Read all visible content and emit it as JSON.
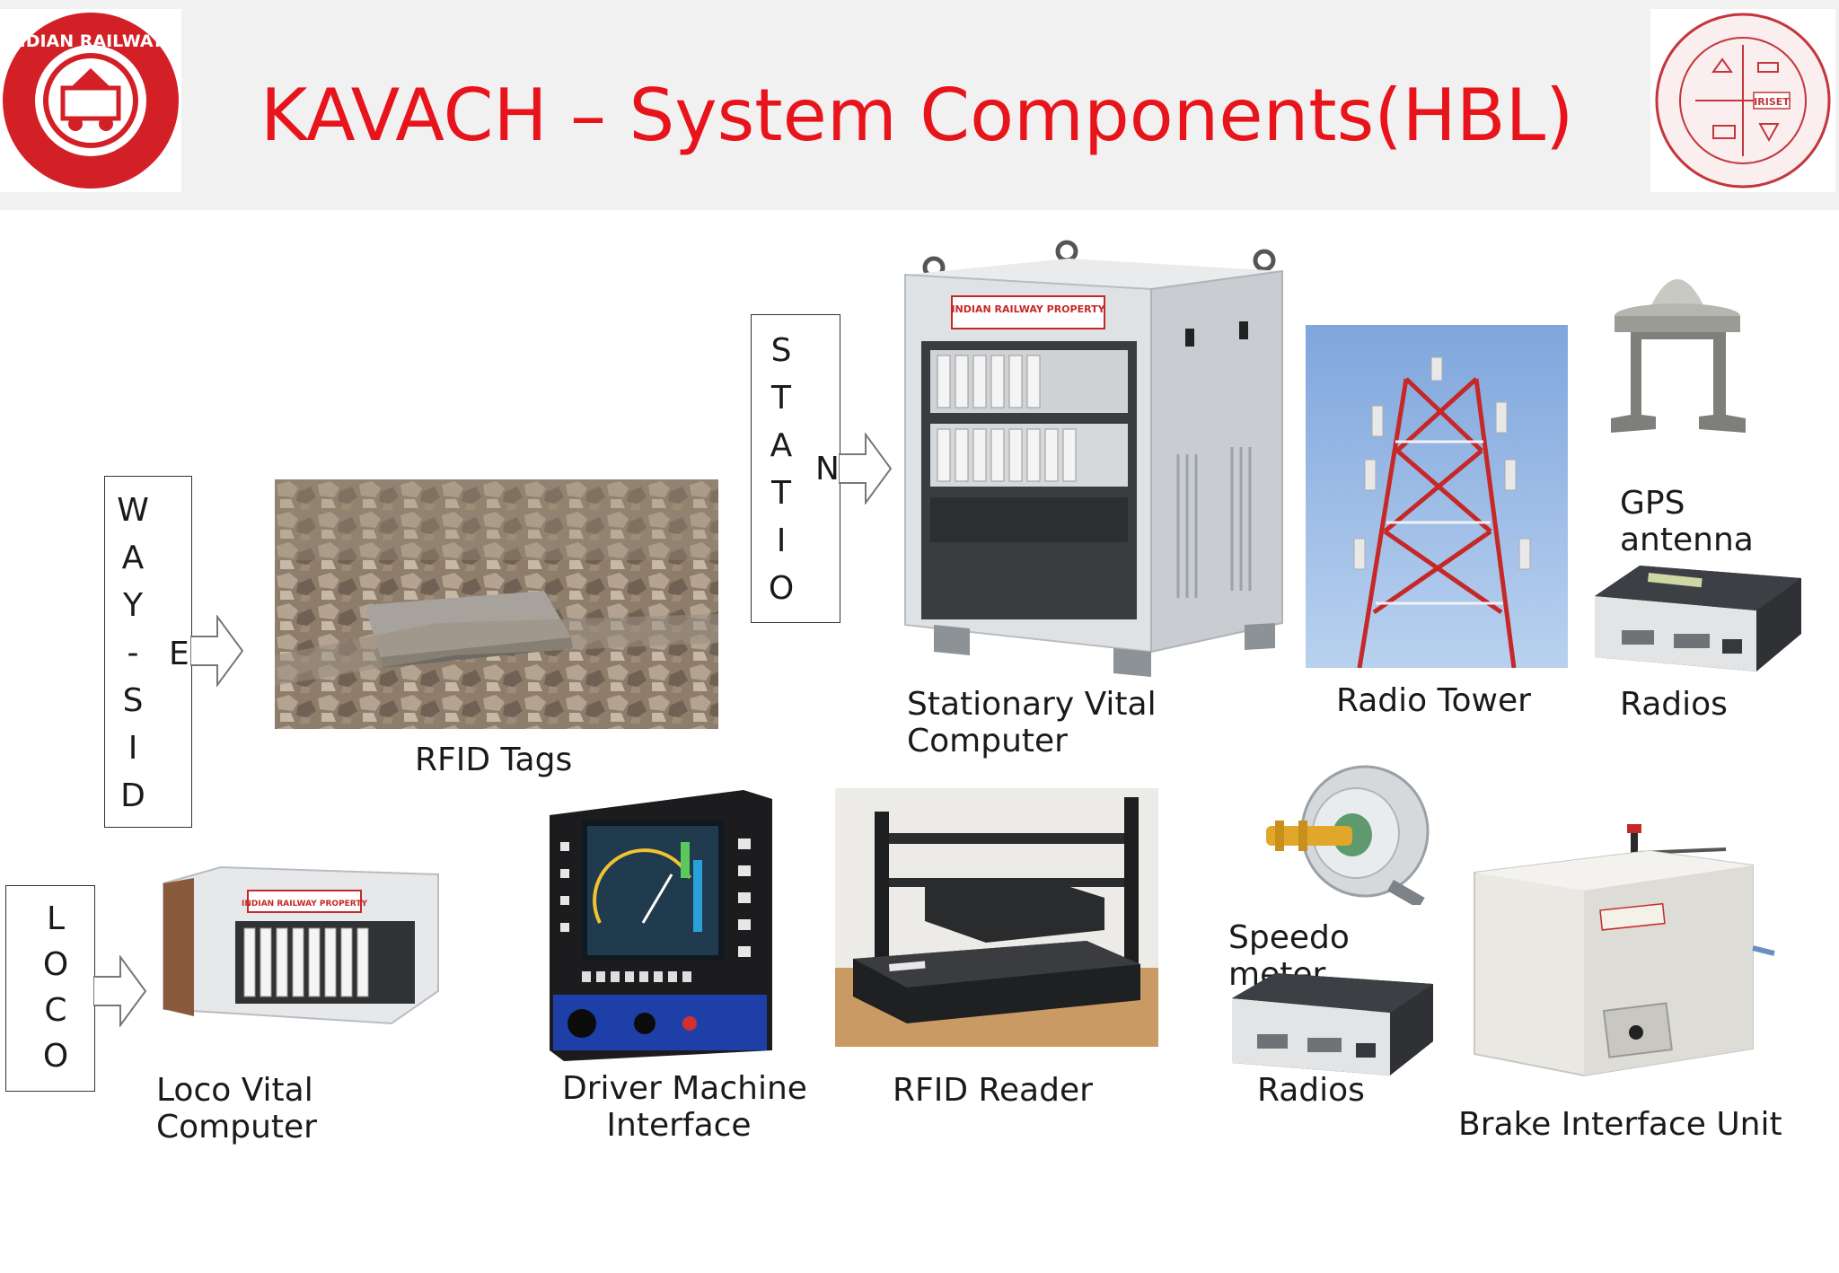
{
  "slide": {
    "title": "KAVACH – System Components(HBL)",
    "title_color": "#e8141b"
  },
  "logos": {
    "left": {
      "icon": "indian-railways-logo",
      "text": "INDIAN RAILWAYS"
    },
    "right": {
      "icon": "iriset-seal-logo",
      "text": "IRISET"
    }
  },
  "sections": {
    "wayside": {
      "letters": [
        "W",
        "A",
        "Y",
        "-",
        "S",
        "I",
        "D"
      ],
      "tail": "E"
    },
    "station": {
      "letters": [
        "S",
        "T",
        "A",
        "T",
        "I",
        "O"
      ],
      "tail": "N"
    },
    "loco": {
      "letters": [
        "L",
        "O",
        "C",
        "O"
      ]
    }
  },
  "components": {
    "rfid_tags": "RFID Tags",
    "stationary_vital_computer": [
      "Stationary Vital",
      "Computer"
    ],
    "radio_tower": "Radio Tower",
    "gps_antenna": [
      "GPS",
      "antenna"
    ],
    "radios_top": "Radios",
    "loco_vital_computer": [
      "Loco Vital",
      "Computer"
    ],
    "driver_machine_interface": [
      "Driver Machine",
      "Interface"
    ],
    "rfid_reader": "RFID Reader",
    "speedometer": [
      "Speedo",
      "meter"
    ],
    "radios_bottom": "Radios",
    "brake_interface_unit": "Brake Interface Unit"
  },
  "cabinet_plate": "INDIAN RAILWAY PROPERTY"
}
